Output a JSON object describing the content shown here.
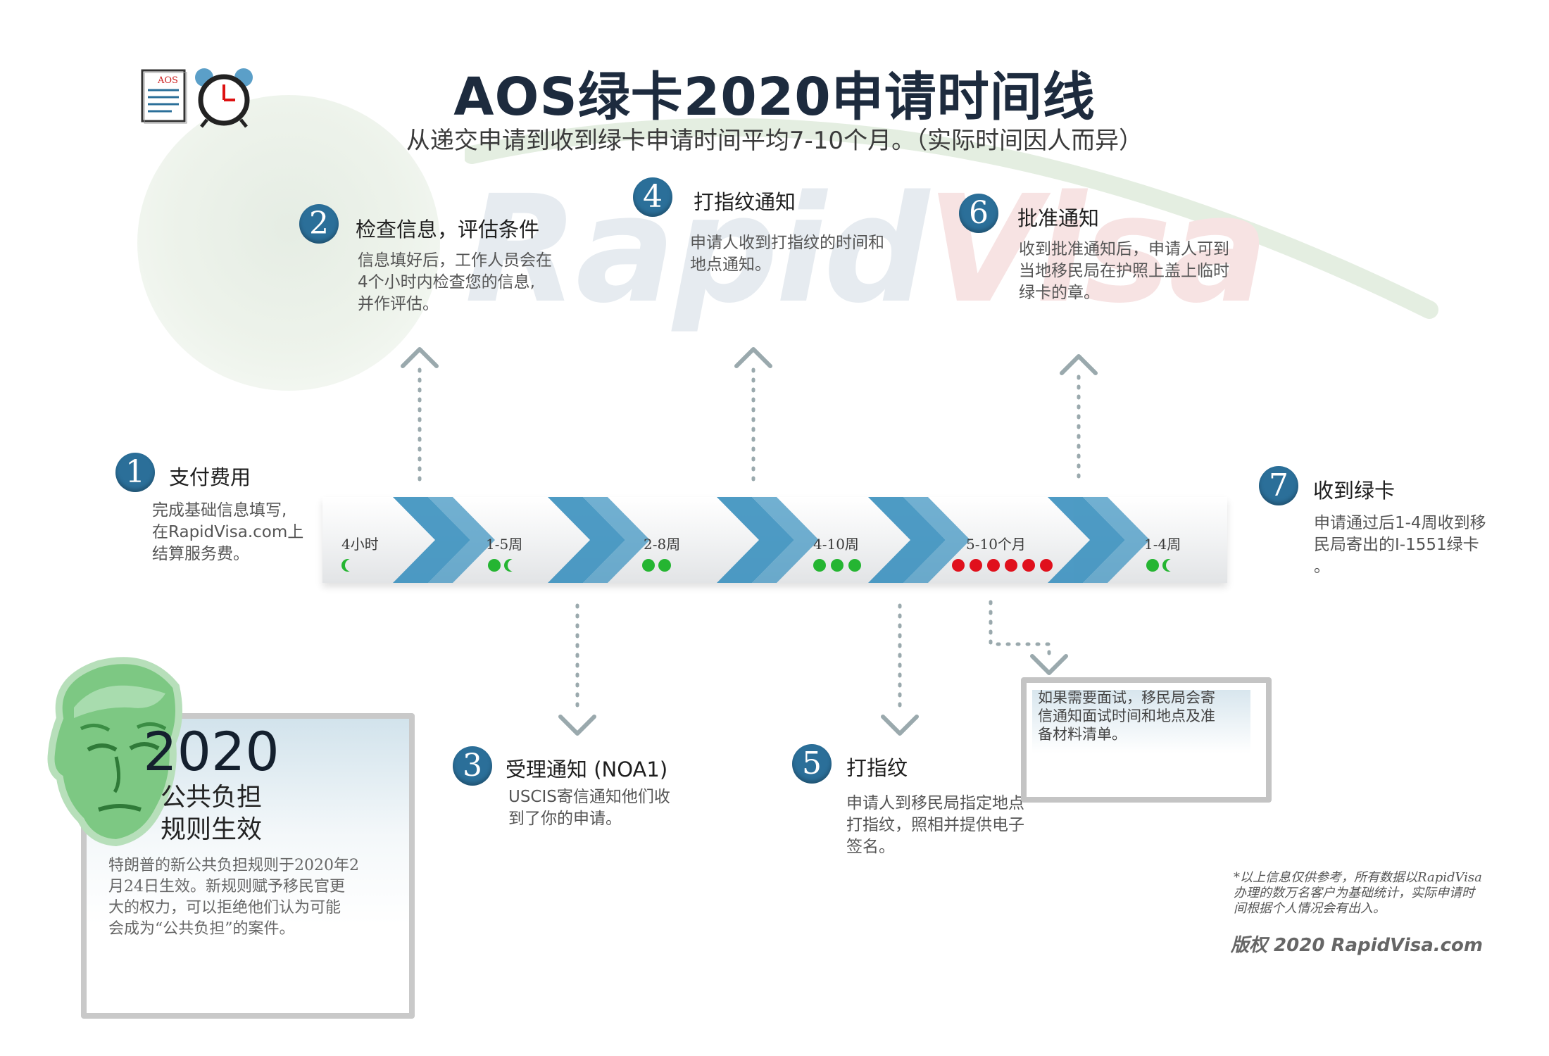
{
  "header": {
    "title": "AOS绿卡2020申请时间线",
    "subtitle": "从递交申请到收到绿卡申请时间平均7-10个月。（实际时间因人而异）",
    "watermark_part1": "Rapid",
    "watermark_part2": "Visa",
    "doc_icon_label": "AOS"
  },
  "steps": [
    {
      "num": "1",
      "title": "支付费用",
      "lines": [
        "完成基础信息填写,",
        "在RapidVisa.com上",
        "结算服务费。"
      ]
    },
    {
      "num": "2",
      "title": "检查信息，评估条件",
      "lines": [
        "信息填好后，工作人员会在",
        "4个小时内检查您的信息,",
        "并作评估。"
      ]
    },
    {
      "num": "3",
      "title": "受理通知 (NOA1)",
      "lines": [
        "USCIS寄信通知他们收",
        "到了你的申请。"
      ]
    },
    {
      "num": "4",
      "title": "打指纹通知",
      "lines": [
        "申请人收到打指纹的时间和",
        "地点通知。"
      ]
    },
    {
      "num": "5",
      "title": "打指纹",
      "lines": [
        "申请人到移民局指定地点",
        "打指纹，照相并提供电子",
        "签名。"
      ]
    },
    {
      "num": "6",
      "title": "批准通知",
      "lines": [
        "收到批准通知后，申请人可到",
        "当地移民局在护照上盖上临时",
        "绿卡的章。"
      ]
    },
    {
      "num": "7",
      "title": "收到绿卡",
      "lines": [
        "申请通过后1-4周收到移",
        "民局寄出的I-1551绿卡",
        "。"
      ]
    }
  ],
  "timeline": {
    "segments": [
      {
        "label": "4小时",
        "dots": [
          "cres"
        ]
      },
      {
        "label": "1-5周",
        "dots": [
          "g",
          "cres"
        ]
      },
      {
        "label": "2-8周",
        "dots": [
          "g",
          "g"
        ]
      },
      {
        "label": "4-10周",
        "dots": [
          "g",
          "g",
          "g"
        ]
      },
      {
        "label": "5-10个月",
        "dots": [
          "r",
          "r",
          "r",
          "r",
          "r",
          "r"
        ]
      },
      {
        "label": "1-4周",
        "dots": [
          "g",
          "cres"
        ]
      }
    ],
    "colors": {
      "arrow": "#3f93c0",
      "green": "#25b532",
      "red": "#e0101c",
      "number_circle": "#2b6f99"
    }
  },
  "interview_note": {
    "lines": [
      "如果需要面试，移民局会寄",
      "信通知面试时间和地点及准",
      "备材料清单。"
    ]
  },
  "public_charge": {
    "year": "2020",
    "sub_lines": [
      "公共负担",
      "规则生效"
    ],
    "desc_lines": [
      "特朗普的新公共负担规则于2020年2",
      "月24日生效。新规则赋予移民官更",
      "大的权力，可以拒绝他们认为可能",
      "会成为“公共负担”的案件。"
    ]
  },
  "footer": {
    "footnote_lines": [
      "*以上信息仅供参考，所有数据以RapidVisa",
      "办理的数万名客户为基础统计，实际申请时",
      "间根据个人情况会有出入。"
    ],
    "copyright": "版权  2020 RapidVisa.com"
  }
}
